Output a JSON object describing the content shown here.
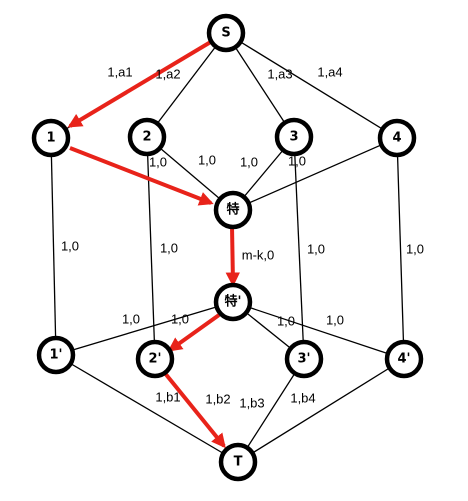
{
  "colors": {
    "flow": "#e8231a",
    "node_border": "#000000",
    "background": "#ffffff"
  },
  "nodes": {
    "s": "S",
    "n1": "1",
    "n2": "2",
    "n3": "3",
    "n4": "4",
    "special": "特",
    "special_prime": "特'",
    "n1p": "1'",
    "n2p": "2'",
    "n3p": "3'",
    "n4p": "4'",
    "t": "T"
  },
  "edge_labels": {
    "s_1": "1,a1",
    "s_2": "1,a2",
    "s_3": "1,a3",
    "s_4": "1,a4",
    "n1_special": "1,0",
    "n2_special": "1,0",
    "n3_special": "1,0",
    "n4_special": "1,0",
    "n1_n1p": "1,0",
    "n2_n2p": "1,0",
    "n3_n3p": "1,0",
    "n4_n4p": "1,0",
    "special_specialp": "m-k,0",
    "specialp_1p": "1,0",
    "specialp_2p": "1,0",
    "specialp_3p": "1,0",
    "specialp_4p": "1,0",
    "n1p_t": "1,b1",
    "n2p_t": "1,b2",
    "n3p_t": "1,b3",
    "n4p_t": "1,b4"
  }
}
